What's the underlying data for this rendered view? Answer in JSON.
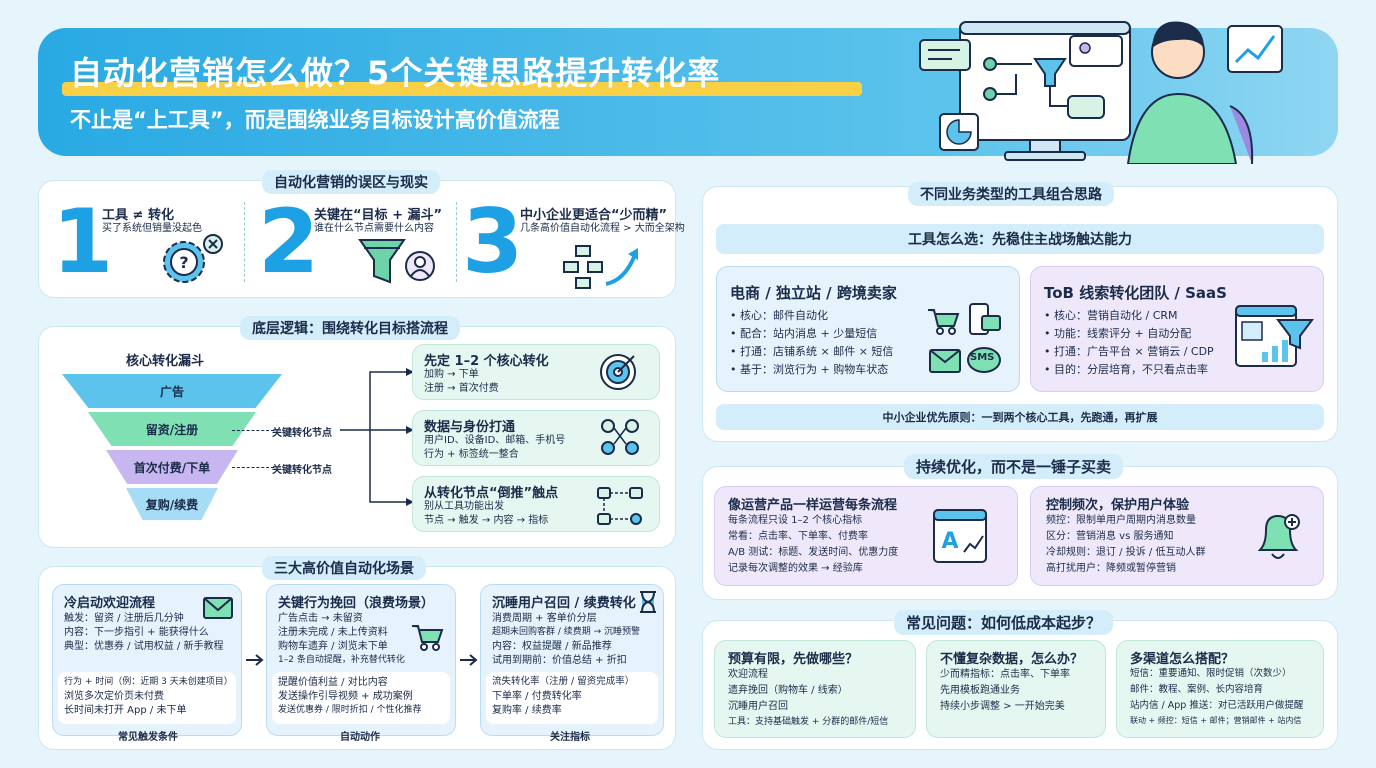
{
  "header": {
    "title": "自动化营销怎么做？5个关键思路提升转化率",
    "subtitle": "不止是“上工具”，而是围绕业务目标设计高价值流程"
  },
  "myths": {
    "heading": "自动化营销的误区与现实",
    "items": [
      {
        "num": "1",
        "title": "工具 ≠ 转化",
        "desc": "买了系统但销量没起色"
      },
      {
        "num": "2",
        "title": "关键在“目标 + 漏斗”",
        "desc": "谁在什么节点需要什么内容"
      },
      {
        "num": "3",
        "title": "中小企业更适合“少而精”",
        "desc": "几条高价值自动化流程 > 大而全架构"
      }
    ]
  },
  "logic": {
    "heading": "底层逻辑：围绕转化目标搭流程",
    "funnel_title": "核心转化漏斗",
    "stages": [
      "广告",
      "留资/注册",
      "首次付费/下单",
      "复购/续费"
    ],
    "node_label": "关键转化节点",
    "boxes": [
      {
        "title": "先定 1–2 个核心转化",
        "lines": [
          "加购 → 下单",
          "注册 → 首次付费"
        ]
      },
      {
        "title": "数据与身份打通",
        "lines": [
          "用户ID、设备ID、邮箱、手机号",
          "行为 + 标签统一整合"
        ]
      },
      {
        "title": "从转化节点“倒推”触点",
        "lines": [
          "别从工具功能出发",
          "节点 → 触发 → 内容 → 指标"
        ]
      }
    ]
  },
  "scenarios": {
    "heading": "三大高价值自动化场景",
    "columns": [
      {
        "title": "冷启动欢迎流程",
        "lines": [
          "触发：留资 / 注册后几分钟",
          "内容：下一步指引 + 能获得什么",
          "典型：优惠券 / 试用权益 / 新手教程"
        ],
        "inner": [
          "行为 + 时间（例：近期 3 天未创建项目）",
          "浏览多次定价页未付费",
          "长时间未打开 App / 未下单"
        ],
        "foot": "常见触发条件"
      },
      {
        "title": "关键行为挽回（浪费场景）",
        "lines": [
          "广告点击 → 未留资",
          "注册未完成 / 未上传资料",
          "购物车遗弃 / 浏览未下单",
          "1–2 条自动提醒，补充替代转化"
        ],
        "inner": [
          "提醒价值利益 / 对比内容",
          "发送操作引导视频 + 成功案例",
          "发送优惠券 / 限时折扣 / 个性化推荐"
        ],
        "foot": "自动动作"
      },
      {
        "title": "沉睡用户召回 / 续费转化",
        "lines": [
          "消费周期 + 客单价分层",
          "超期未回购客群 / 续费期 → 沉睡预警",
          "内容：权益提醒 / 新品推荐",
          "试用到期前：价值总结 + 折扣"
        ],
        "inner": [
          "流失转化率（注册 / 留资完成率）",
          "下单率 / 付费转化率",
          "复购率 / 续费率"
        ],
        "foot": "关注指标"
      }
    ]
  },
  "tools": {
    "heading": "不同业务类型的工具组合思路",
    "subheading": "工具怎么选：先稳住主战场触达能力",
    "ecommerce": {
      "title": "电商 / 独立站 / 跨境卖家",
      "lines": [
        "核心：邮件自动化",
        "配合：站内消息 + 少量短信",
        "打通：店铺系统 × 邮件 × 短信",
        "基于：浏览行为 + 购物车状态"
      ]
    },
    "tob": {
      "title": "ToB 线索转化团队 / SaaS",
      "lines": [
        "核心：营销自动化 / CRM",
        "功能：线索评分 + 自动分配",
        "打通：广告平台 × 营销云 / CDP",
        "目的：分层培育，不只看点击率"
      ]
    },
    "principle": "中小企业优先原则：一到两个核心工具，先跑通，再扩展",
    "sms": "SMS"
  },
  "optimize": {
    "heading": "持续优化，而不是一锤子买卖",
    "left": {
      "title": "像运营产品一样运营每条流程",
      "lines": [
        "每条流程只设 1–2 个核心指标",
        "常看：点击率、下单率、付费率",
        "A/B 测试：标题、发送时间、优惠力度",
        "记录每次调整的效果 → 经验库"
      ]
    },
    "right": {
      "title": "控制频次，保护用户体验",
      "lines": [
        "频控：限制单用户周期内消息数量",
        "区分：营销消息 vs 服务通知",
        "冷却规则：退订 / 投诉 / 低互动人群",
        "高打扰用户：降频或暂停营销"
      ]
    }
  },
  "faq": {
    "heading": "常见问题：如何低成本起步？",
    "items": [
      {
        "title": "预算有限，先做哪些？",
        "lines": [
          "欢迎流程",
          "遗弃挽回（购物车 / 线索）",
          "沉睡用户召回",
          "工具：支持基础触发 + 分群的邮件/短信"
        ]
      },
      {
        "title": "不懂复杂数据，怎么办？",
        "lines": [
          "少而精指标：点击率、下单率",
          "先用模板跑通业务",
          "持续小步调整 > 一开始完美"
        ]
      },
      {
        "title": "多渠道怎么搭配？",
        "lines": [
          "短信：重要通知、限时促销（次数少）",
          "邮件：教程、案例、长内容培育",
          "站内信 / App 推送：对已活跃用户做提醒",
          "联动 + 频控：短信 + 邮件；营销邮件 + 站内信"
        ]
      }
    ]
  },
  "colors": {
    "accent": "#1ea0e4",
    "yellow": "#f7d046",
    "green": "#e6f7f1",
    "purple": "#efe8fb"
  }
}
